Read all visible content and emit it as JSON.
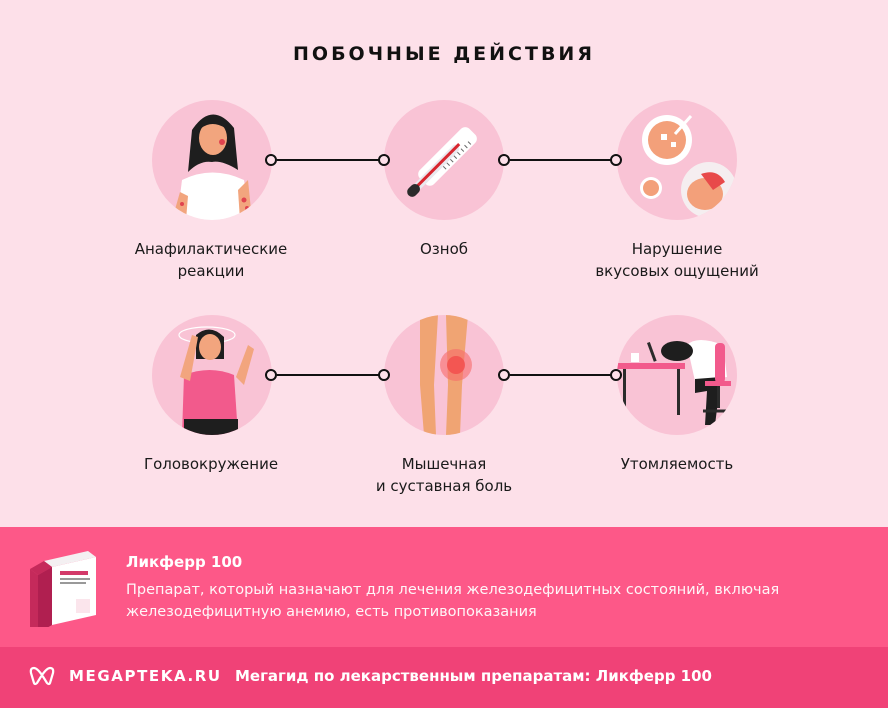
{
  "title": "ПОБОЧНЫЕ ДЕЙСТВИЯ",
  "colors": {
    "background": "#fde0e9",
    "circle": "#f9c3d5",
    "info_band": "#fd5888",
    "footer_band": "#f04277",
    "connector": "#111111"
  },
  "side_effects": [
    {
      "label": "Анафилактические\nреакции",
      "icon": "woman-with-rash-icon"
    },
    {
      "label": "Озноб",
      "icon": "thermometer-icon"
    },
    {
      "label": "Нарушение\nвкусовых ощущений",
      "icon": "food-plates-icon"
    },
    {
      "label": "Головокружение",
      "icon": "dizzy-woman-icon"
    },
    {
      "label": "Мышечная\nи суставная боль",
      "icon": "leg-pain-icon"
    },
    {
      "label": "Утомляемость",
      "icon": "tired-woman-at-desk-icon"
    }
  ],
  "drug": {
    "name": "Ликферр 100",
    "description": "Препарат, который назначают для лечения железодефицитных состояний, включая железодефицитную анемию, есть противопоказания",
    "image": "drug-package-icon"
  },
  "footer": {
    "logo_text": "MEGAPTEKA.RU",
    "tagline": "Мегагид по лекарственным препаратам: Ликферр 100"
  }
}
